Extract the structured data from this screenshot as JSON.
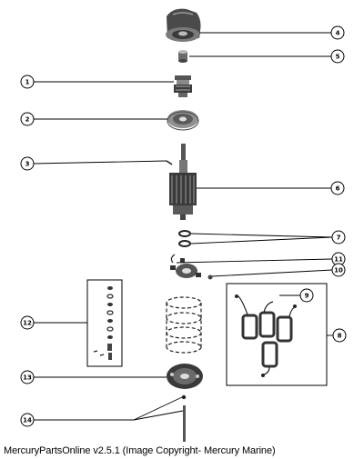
{
  "callouts": [
    {
      "id": "c4",
      "label": "4"
    },
    {
      "id": "c5",
      "label": "5"
    },
    {
      "id": "c1",
      "label": "1"
    },
    {
      "id": "c2",
      "label": "2"
    },
    {
      "id": "c3",
      "label": "3"
    },
    {
      "id": "c6",
      "label": "6"
    },
    {
      "id": "c7",
      "label": "7"
    },
    {
      "id": "c11",
      "label": "11"
    },
    {
      "id": "c10",
      "label": "10"
    },
    {
      "id": "c9",
      "label": "9"
    },
    {
      "id": "c12",
      "label": "12"
    },
    {
      "id": "c8",
      "label": "8"
    },
    {
      "id": "c13",
      "label": "13"
    },
    {
      "id": "c14",
      "label": "14"
    }
  ],
  "caption": "MercuryPartsOnline v2.5.1 (Image Copyright- Mercury Marine)"
}
